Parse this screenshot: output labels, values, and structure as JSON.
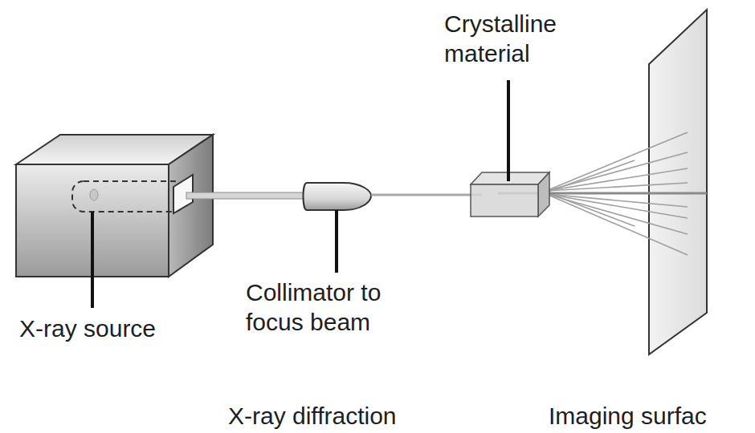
{
  "diagram": {
    "labels": [
      "Crystalline material",
      "X-ray source",
      "Collimator to focus beam",
      "X-ray diffraction",
      "Imaging surfac"
    ]
  }
}
